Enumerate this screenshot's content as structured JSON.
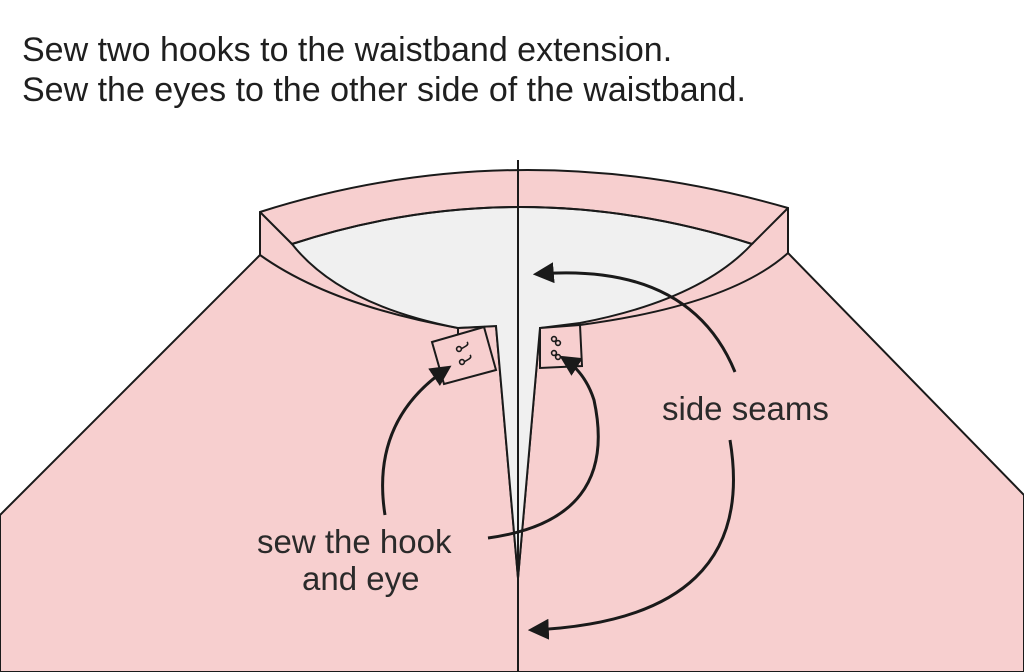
{
  "instructions": {
    "line1": "Sew two hooks to the waistband extension.",
    "line2": "Sew the eyes to the other side of the waistband."
  },
  "labels": {
    "side_seams": "side seams",
    "hook_eye_line1": "sew the hook",
    "hook_eye_line2": "and eye"
  },
  "colors": {
    "fabric": "#f7cfcf",
    "lining": "#f0f0f0",
    "outline": "#1a1a1a",
    "background": "#ffffff"
  }
}
